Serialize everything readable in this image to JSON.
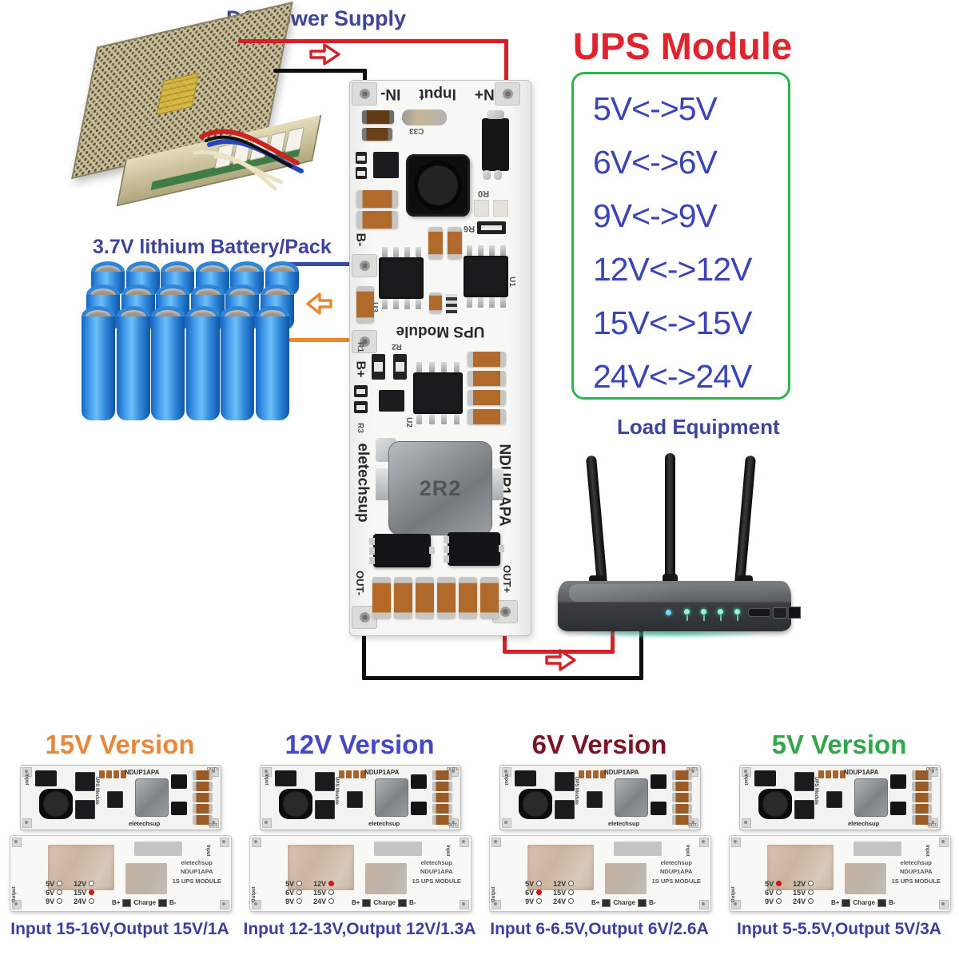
{
  "diagram": {
    "power_supply_label": "DC Power Supply",
    "battery_label": "3.7V lithium Battery/Pack",
    "load_label": "Load Equipment",
    "ups_box": {
      "title": "UPS Module",
      "options": [
        "5V<->5V",
        "6V<->6V",
        "9V<->9V",
        "12V<->12V",
        "15V<->15V",
        "24V<->24V"
      ]
    },
    "pcb": {
      "in_minus": "IN-",
      "input": "Input",
      "in_plus": "IN+",
      "b_minus": "B-",
      "b_plus": "B+",
      "out_minus": "OUT-",
      "out_plus": "OUT+",
      "center_text": "UPS Module",
      "brand": "eletechsup",
      "model": "NDUP1APA",
      "inductor_marking": "2R2",
      "refs": {
        "c33": "C33",
        "r0": "R0",
        "r6": "R6",
        "r1": "R1",
        "r2": "R2",
        "r3": "R3",
        "u1": "U1",
        "u2": "U2",
        "u3": "U3"
      }
    }
  },
  "versions": [
    {
      "title": "15V Version",
      "selected": "15V",
      "caption": "Input 15-16V,Output 15V/1A"
    },
    {
      "title": "12V Version",
      "selected": "12V",
      "caption": "Input 12-13V,Output 12V/1.3A"
    },
    {
      "title": "6V Version",
      "selected": "6V",
      "caption": "Input 6-6.5V,Output 6V/2.6A"
    },
    {
      "title": "5V Version",
      "selected": "5V",
      "caption": "Input 5-5.5V,Output 5V/3A"
    }
  ],
  "mini_board": {
    "model": "NDUP1APA",
    "brand": "eletechsup",
    "ups_module": "UPS Module",
    "out_plus": "OUT+",
    "out_minus": "OUT-",
    "in_plus": "IN+",
    "in_minus": "IN-",
    "input": "Input",
    "output": "Output",
    "voltages_left": [
      "5V",
      "6V",
      "9V"
    ],
    "voltages_right": [
      "12V",
      "15V",
      "24V"
    ],
    "back_brand_lines": [
      "eletechsup",
      "NDUP1APA",
      "1S UPS MODULE"
    ],
    "b_plus": "B+",
    "charge": "Charge",
    "b_minus": "B-"
  },
  "colors": {
    "label_blue": "#3d4499",
    "ups_title_red": "#e0242e",
    "voltage_blue": "#3a44b8",
    "green_border": "#2db54b",
    "wire_red": "#d42026",
    "wire_black": "#0d0d0d",
    "wire_blue": "#3b4ba8",
    "wire_orange": "#f0862c",
    "v15_orange": "#e8883c",
    "v12_blue": "#4448c8",
    "v6_maroon": "#7b1426",
    "v5_green": "#33a64c",
    "caption_blue": "#3d3f9f"
  }
}
